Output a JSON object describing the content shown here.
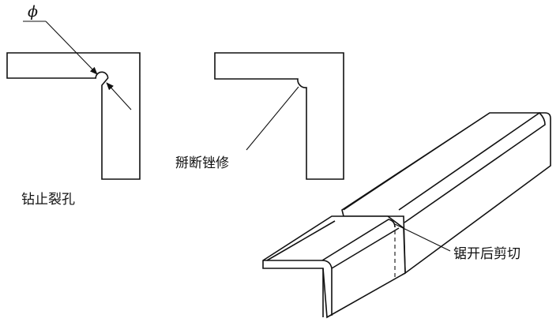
{
  "labels": {
    "phi": "ϕ",
    "drill": "钻止裂孔",
    "saw_file": "掰断锉修",
    "saw_cut": "锯开后剪切"
  }
}
